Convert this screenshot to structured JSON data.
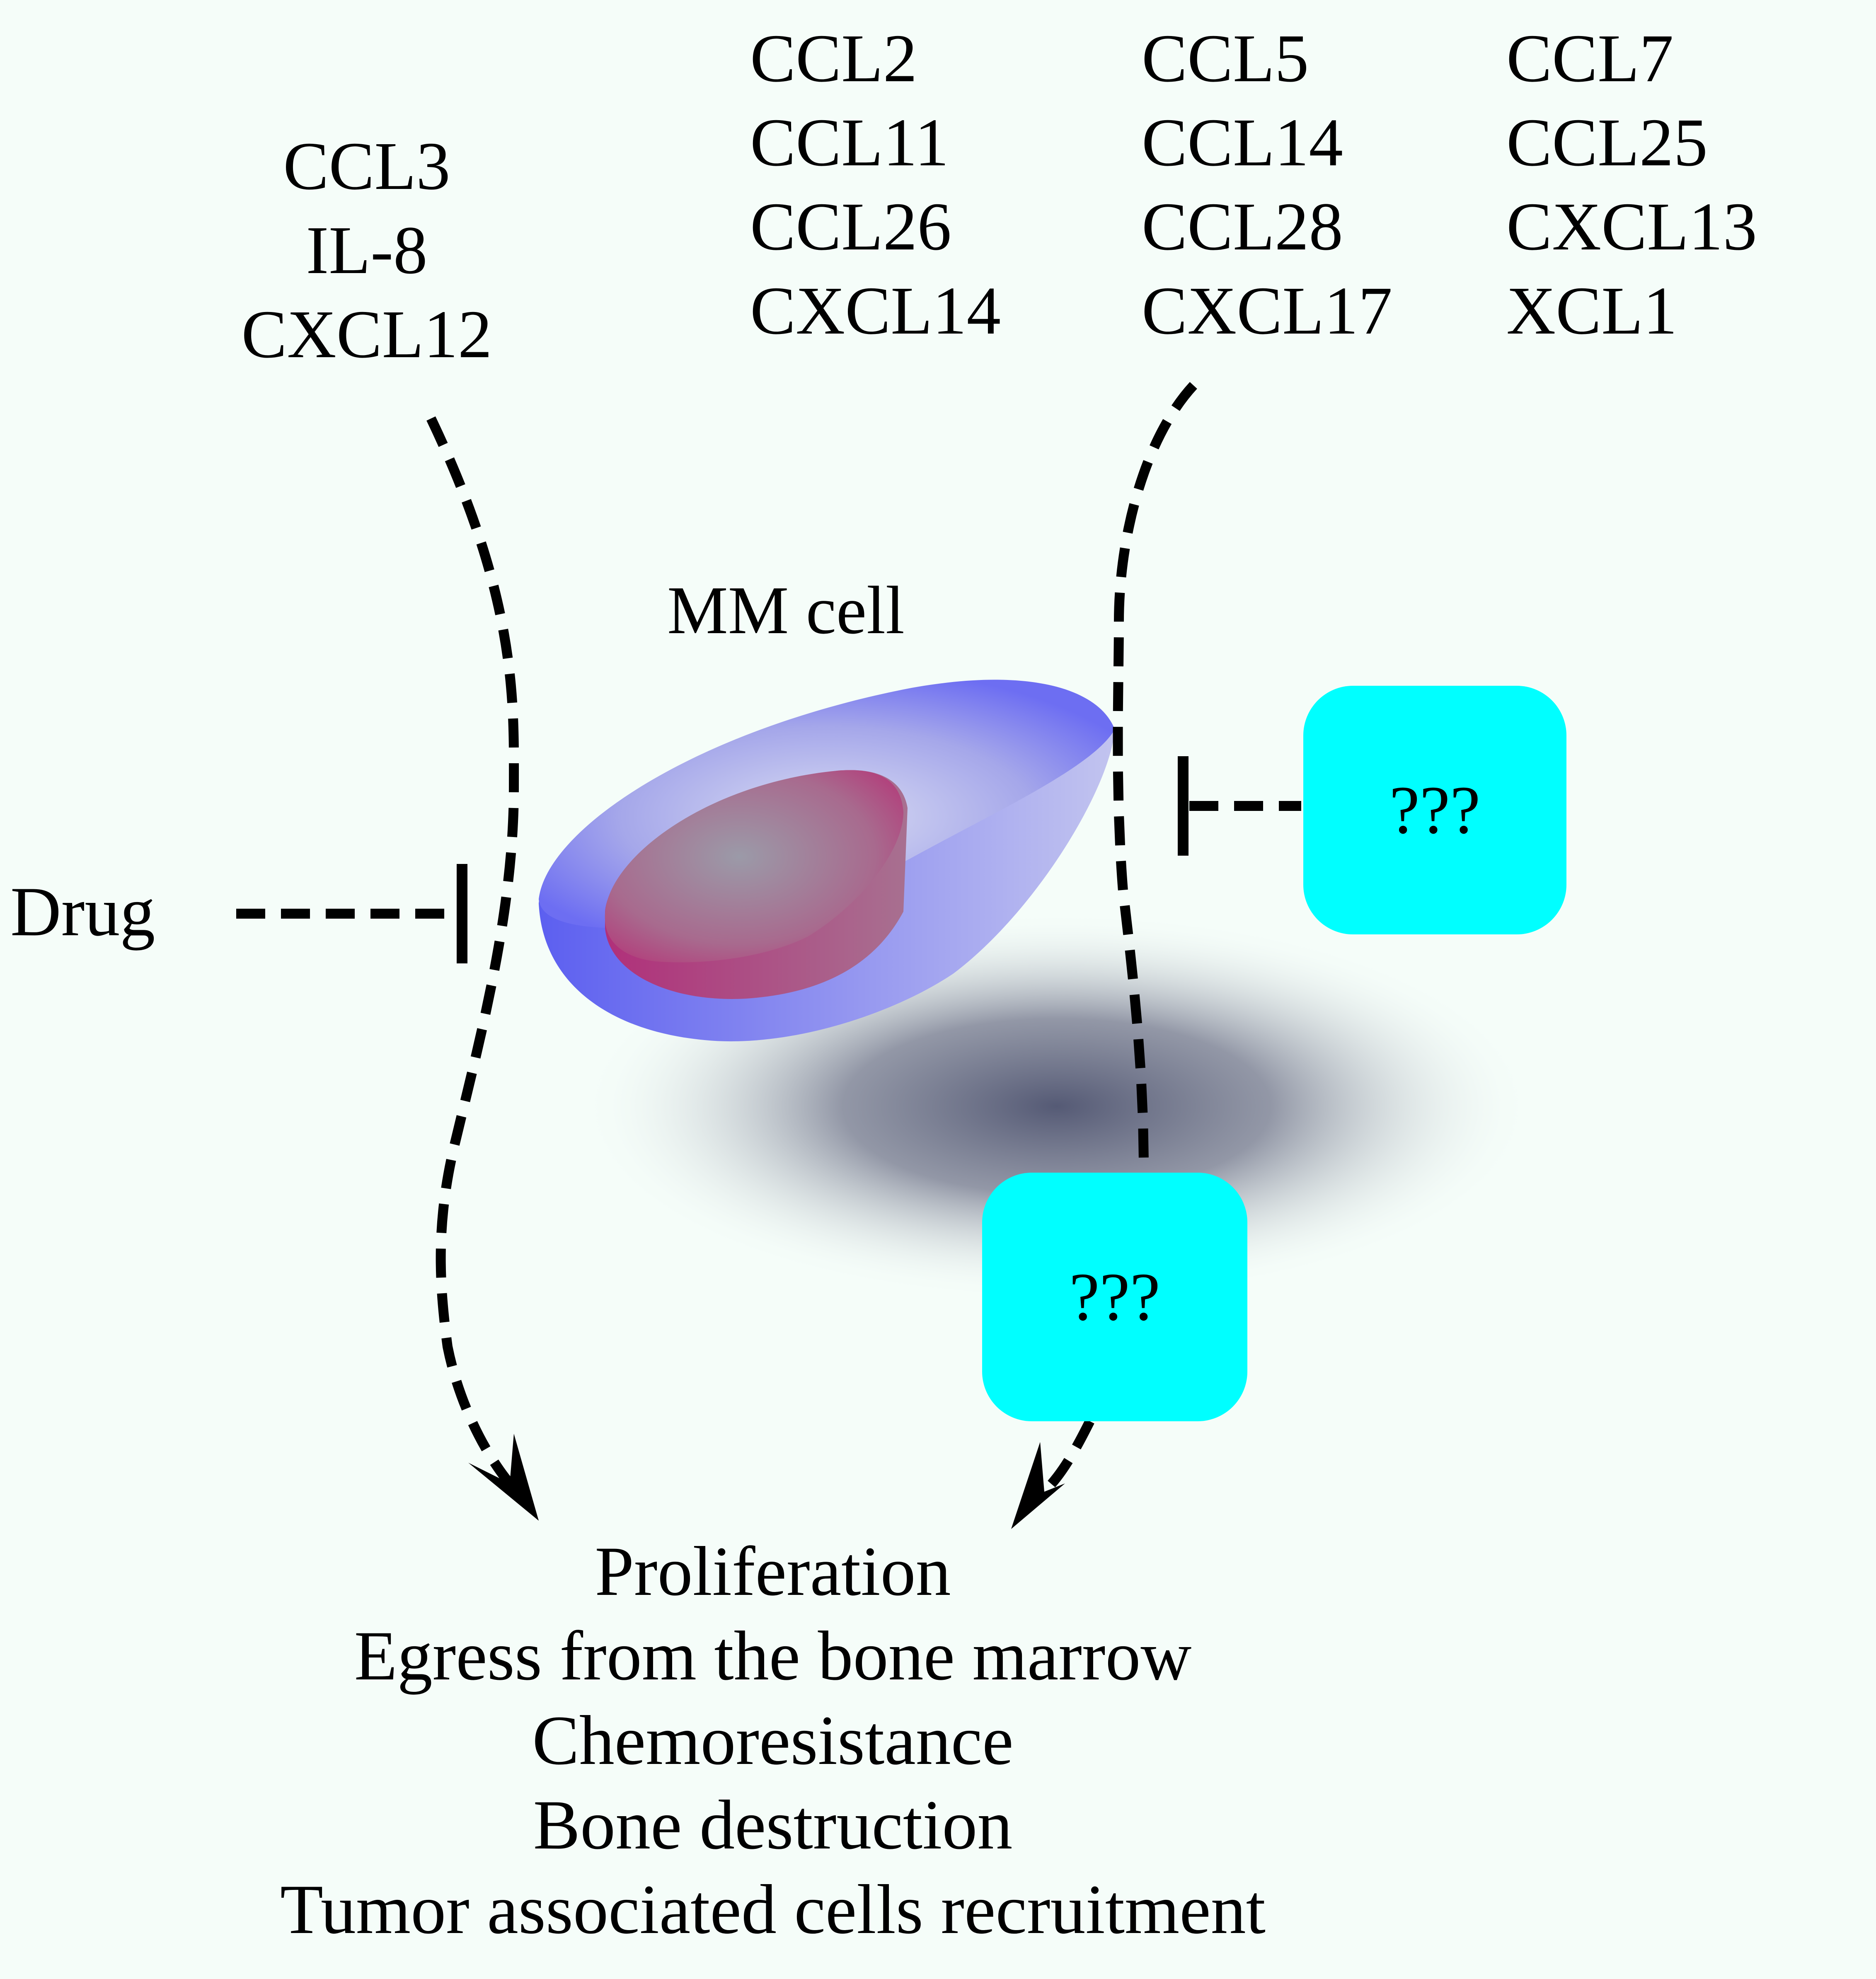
{
  "left_chemokines": [
    "CCL3",
    "IL-8",
    "CXCL12"
  ],
  "right_chemokines": {
    "col1": [
      "CCL2",
      "CCL11",
      "CCL26",
      "CXCL14"
    ],
    "col2": [
      "CCL5",
      "CCL14",
      "CCL28",
      "CXCL17"
    ],
    "col3": [
      "CCL7",
      "CCL25",
      "CXCL13",
      "XCL1"
    ]
  },
  "cell_label": "MM cell",
  "drug_label": "Drug",
  "unknown_boxes": {
    "upper": "???",
    "lower": "???"
  },
  "outcomes": [
    "Proliferation",
    "Egress from the bone marrow",
    "Chemoresistance",
    "Bone destruction",
    "Tumor associated cells recruitment"
  ],
  "colors": {
    "background": "#f5fdf9",
    "unknown_box": "#00ffff",
    "cell_body": "#7b7cf0",
    "nucleus": "#b03a7a",
    "shadow": "#5a5f78",
    "lines": "#000000"
  }
}
